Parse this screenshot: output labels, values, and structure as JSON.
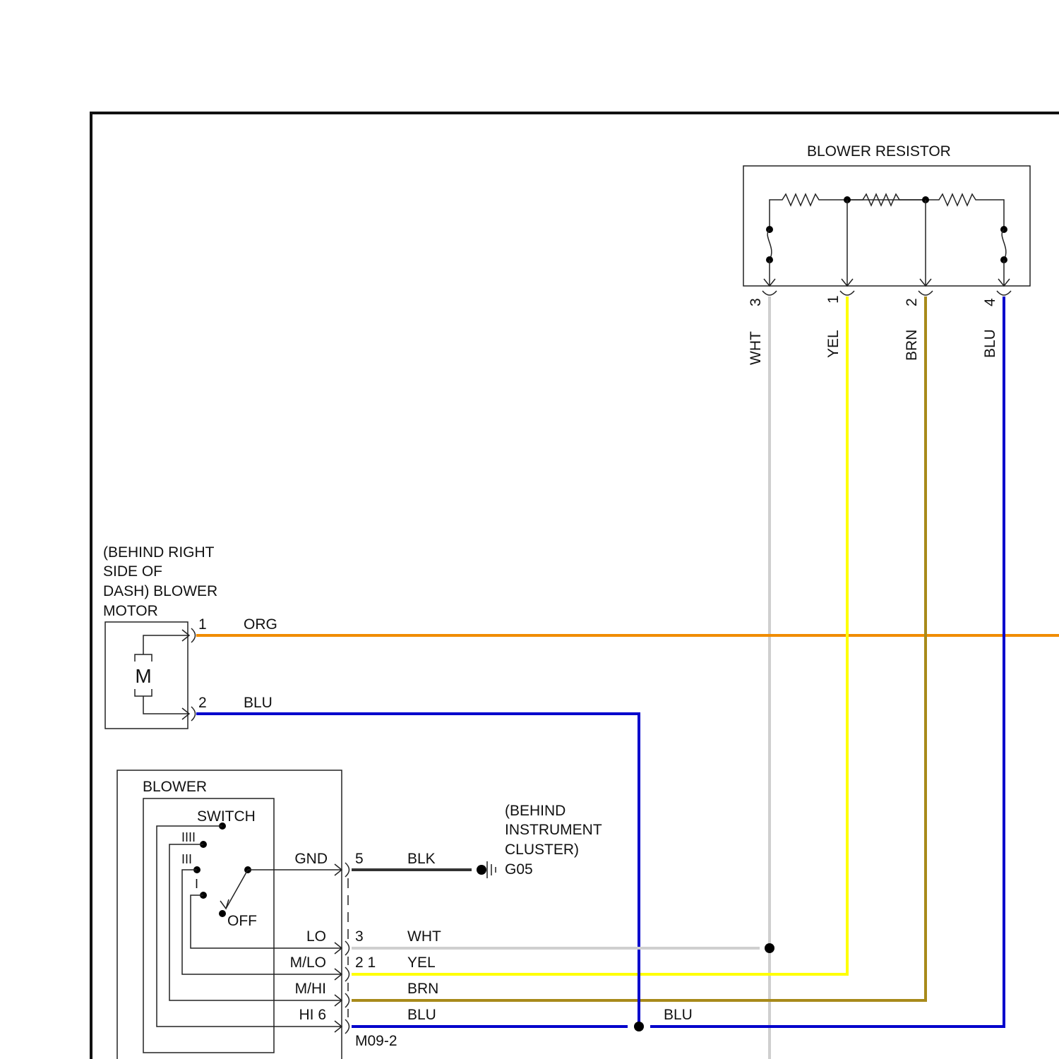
{
  "blower_resistor": {
    "title": "BLOWER RESISTOR",
    "pins": [
      {
        "number": "3",
        "color_name": "WHT",
        "color": "#cfcfcf"
      },
      {
        "number": "1",
        "color_name": "YEL",
        "color": "#ffff00"
      },
      {
        "number": "2",
        "color_name": "BRN",
        "color": "#a88a1a"
      },
      {
        "number": "4",
        "color_name": "BLU",
        "color": "#0000cc"
      }
    ]
  },
  "blower_motor": {
    "label_lines": [
      "(BEHIND RIGHT",
      "SIDE OF",
      "DASH) BLOWER",
      "MOTOR"
    ],
    "symbol": "M",
    "pin1": "1",
    "pin2": "2",
    "wire1": {
      "name": "ORG",
      "color": "#f08c00"
    },
    "wire2": {
      "name": "BLU",
      "color": "#0000cc"
    }
  },
  "blower_switch": {
    "title": "BLOWER",
    "subtitle": "SWITCH",
    "positions": [
      "IIII",
      "III",
      "I",
      "OFF"
    ],
    "terminals": [
      "GND",
      "LO",
      "M/LO",
      "M/HI",
      "HI 6"
    ],
    "connector": "M09-2",
    "pins": {
      "gnd": "5",
      "lo": "3",
      "mlo": "2 1"
    }
  },
  "ground": {
    "label_lines": [
      "(BEHIND",
      "INSTRUMENT",
      "CLUSTER)"
    ],
    "id": "G05",
    "wire": {
      "name": "BLK",
      "color": "#333333"
    }
  },
  "switch_wires": {
    "lo": "WHT",
    "mlo": "YEL",
    "mhi": "BRN",
    "hi": "BLU",
    "splice": "BLU"
  }
}
